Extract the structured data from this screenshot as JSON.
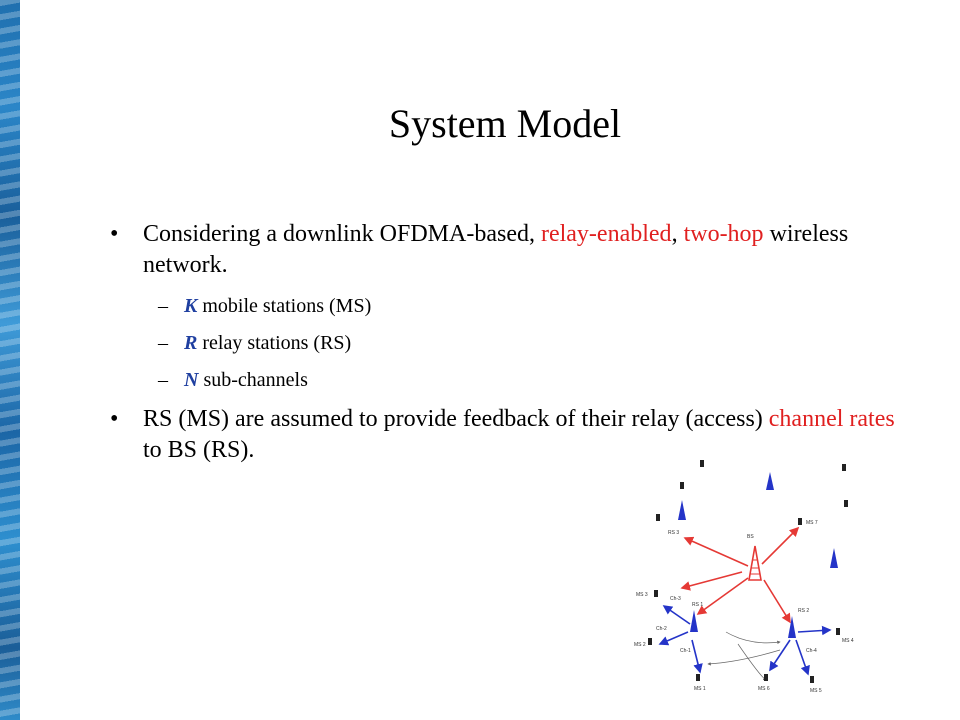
{
  "slide": {
    "title": "System Model",
    "bullet1": {
      "text_a": "Considering a downlink OFDMA-based, ",
      "red_a": "relay-enabled",
      "text_b": ", ",
      "red_b": "two-hop",
      "text_c": " wireless network."
    },
    "subs": [
      {
        "var": "K",
        "text": " mobile stations (MS)"
      },
      {
        "var": "R",
        "text": " relay stations (RS)"
      },
      {
        "var": "N",
        "text": " sub-channels"
      }
    ],
    "bullet2": {
      "text_a": "RS (MS) are assumed to provide feedback of their relay (access) ",
      "red": "channel rates",
      "text_b": " to BS (RS)."
    },
    "bullet_glyph": "•",
    "dash_glyph": "–"
  },
  "figure": {
    "labels": {
      "bs": "BS",
      "rs3": "RS 3",
      "ms7": "MS 7",
      "rs1": "RS 1",
      "rs2": "RS 2",
      "ms3": "MS 3",
      "ch3": "Ch-3",
      "ch2": "Ch-2",
      "ch1": "Ch-1",
      "ch4": "Ch-4",
      "ms2": "MS 2",
      "ms1": "MS 1",
      "ms4": "MS 4",
      "ms5": "MS 5",
      "ms6": "MS 6"
    }
  },
  "colors": {
    "red": "#e02020",
    "blue": "#1f3fa0",
    "bs_red": "#e53935",
    "relay_blue": "#2434c8"
  }
}
